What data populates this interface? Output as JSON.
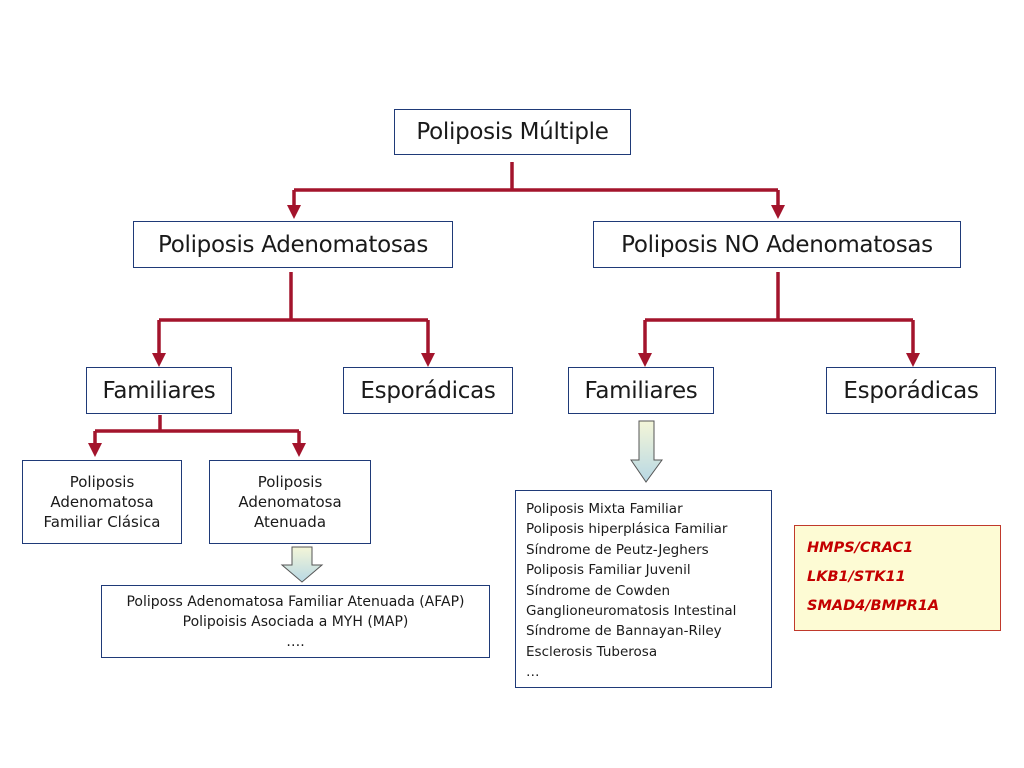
{
  "root": "Poliposis Múltiple",
  "level1": {
    "left": "Poliposis Adenomatosas",
    "right": "Poliposis NO Adenomatosas"
  },
  "level2": {
    "left_familiares": "Familiares",
    "left_esporadicas": "Esporádicas",
    "right_familiares": "Familiares",
    "right_esporadicas": "Esporádicas"
  },
  "level3": {
    "clasica": [
      "Poliposis",
      "Adenomatosa",
      "Familiar Clásica"
    ],
    "atenuada": [
      "Poliposis",
      "Adenomatosa",
      "Atenuada"
    ]
  },
  "atenuada_detail": [
    "Poliposs Adenomatosa Familiar Atenuada (AFAP)",
    "Polipoisis Asociada a MYH (MAP)",
    "…."
  ],
  "no_adenomatosas_familiares_list": [
    "Poliposis Mixta Familiar",
    "Poliposis hiperplásica Familiar",
    "Síndrome de Peutz-Jeghers",
    "Poliposis Familiar Juvenil",
    "Síndrome de Cowden",
    "Ganglioneuromatosis Intestinal",
    "Síndrome de Bannayan-Riley",
    "Esclerosis Tuberosa",
    "…"
  ],
  "genes": [
    "HMPS/CRAC1",
    "LKB1/STK11",
    "SMAD4/BMPR1A"
  ],
  "colors": {
    "connector": "#a3142c",
    "box_border": "#1f3a78",
    "genes_text": "#c40000",
    "genes_background": "#fdfbd4",
    "block_arrow_top": "#f4f6d8",
    "block_arrow_bottom": "#b8d8e4"
  }
}
